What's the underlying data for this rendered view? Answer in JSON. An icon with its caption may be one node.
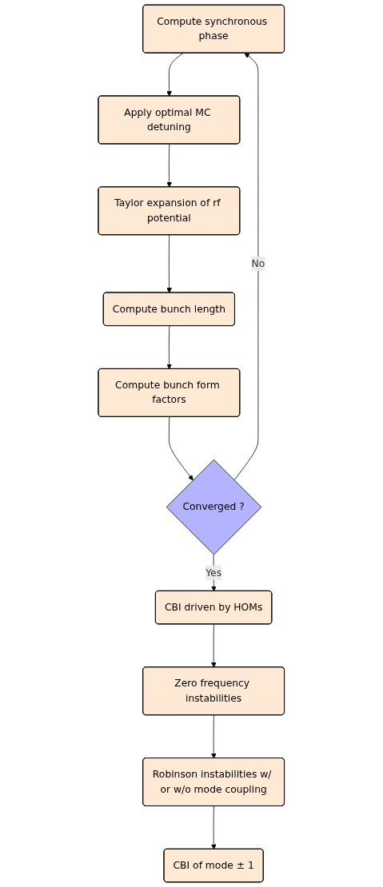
{
  "diagram": {
    "nodes": [
      {
        "text": [
          "Compute synchronous phase"
        ]
      },
      {
        "text": [
          "Apply optimal MC detuning"
        ]
      },
      {
        "text": [
          "Taylor expansion of rf potential"
        ]
      },
      {
        "text": [
          "Compute bunch length"
        ]
      },
      {
        "text": [
          "Compute bunch form factors"
        ]
      },
      {
        "text": [
          "Converged ?"
        ]
      },
      {
        "text": [
          "CBI driven by HOMs"
        ]
      },
      {
        "text": [
          "Zero frequency instabilities"
        ]
      },
      {
        "text": [
          "Robinson instabilities w/ or w/o mode coupling"
        ]
      },
      {
        "text": [
          "CBI of mode ± 1"
        ]
      }
    ],
    "edges": [
      {
        "from": 0,
        "to": 1,
        "arrow": "to"
      },
      {
        "from": 1,
        "to": 2,
        "arrow": "to"
      },
      {
        "from": 2,
        "to": 3,
        "arrow": "to"
      },
      {
        "from": 3,
        "to": 4,
        "arrow": "to"
      },
      {
        "from": 4,
        "to": 5,
        "arrow": "to"
      },
      {
        "from": 5,
        "to": 0,
        "label": "No",
        "arrow": "to"
      },
      {
        "from": 5,
        "to": 6,
        "label": "Yes",
        "arrow": "to"
      },
      {
        "from": 6,
        "to": 7,
        "arrow": "to"
      },
      {
        "from": 7,
        "to": 8,
        "arrow": "to"
      },
      {
        "from": 8,
        "to": 9,
        "arrow": "to"
      }
    ]
  }
}
